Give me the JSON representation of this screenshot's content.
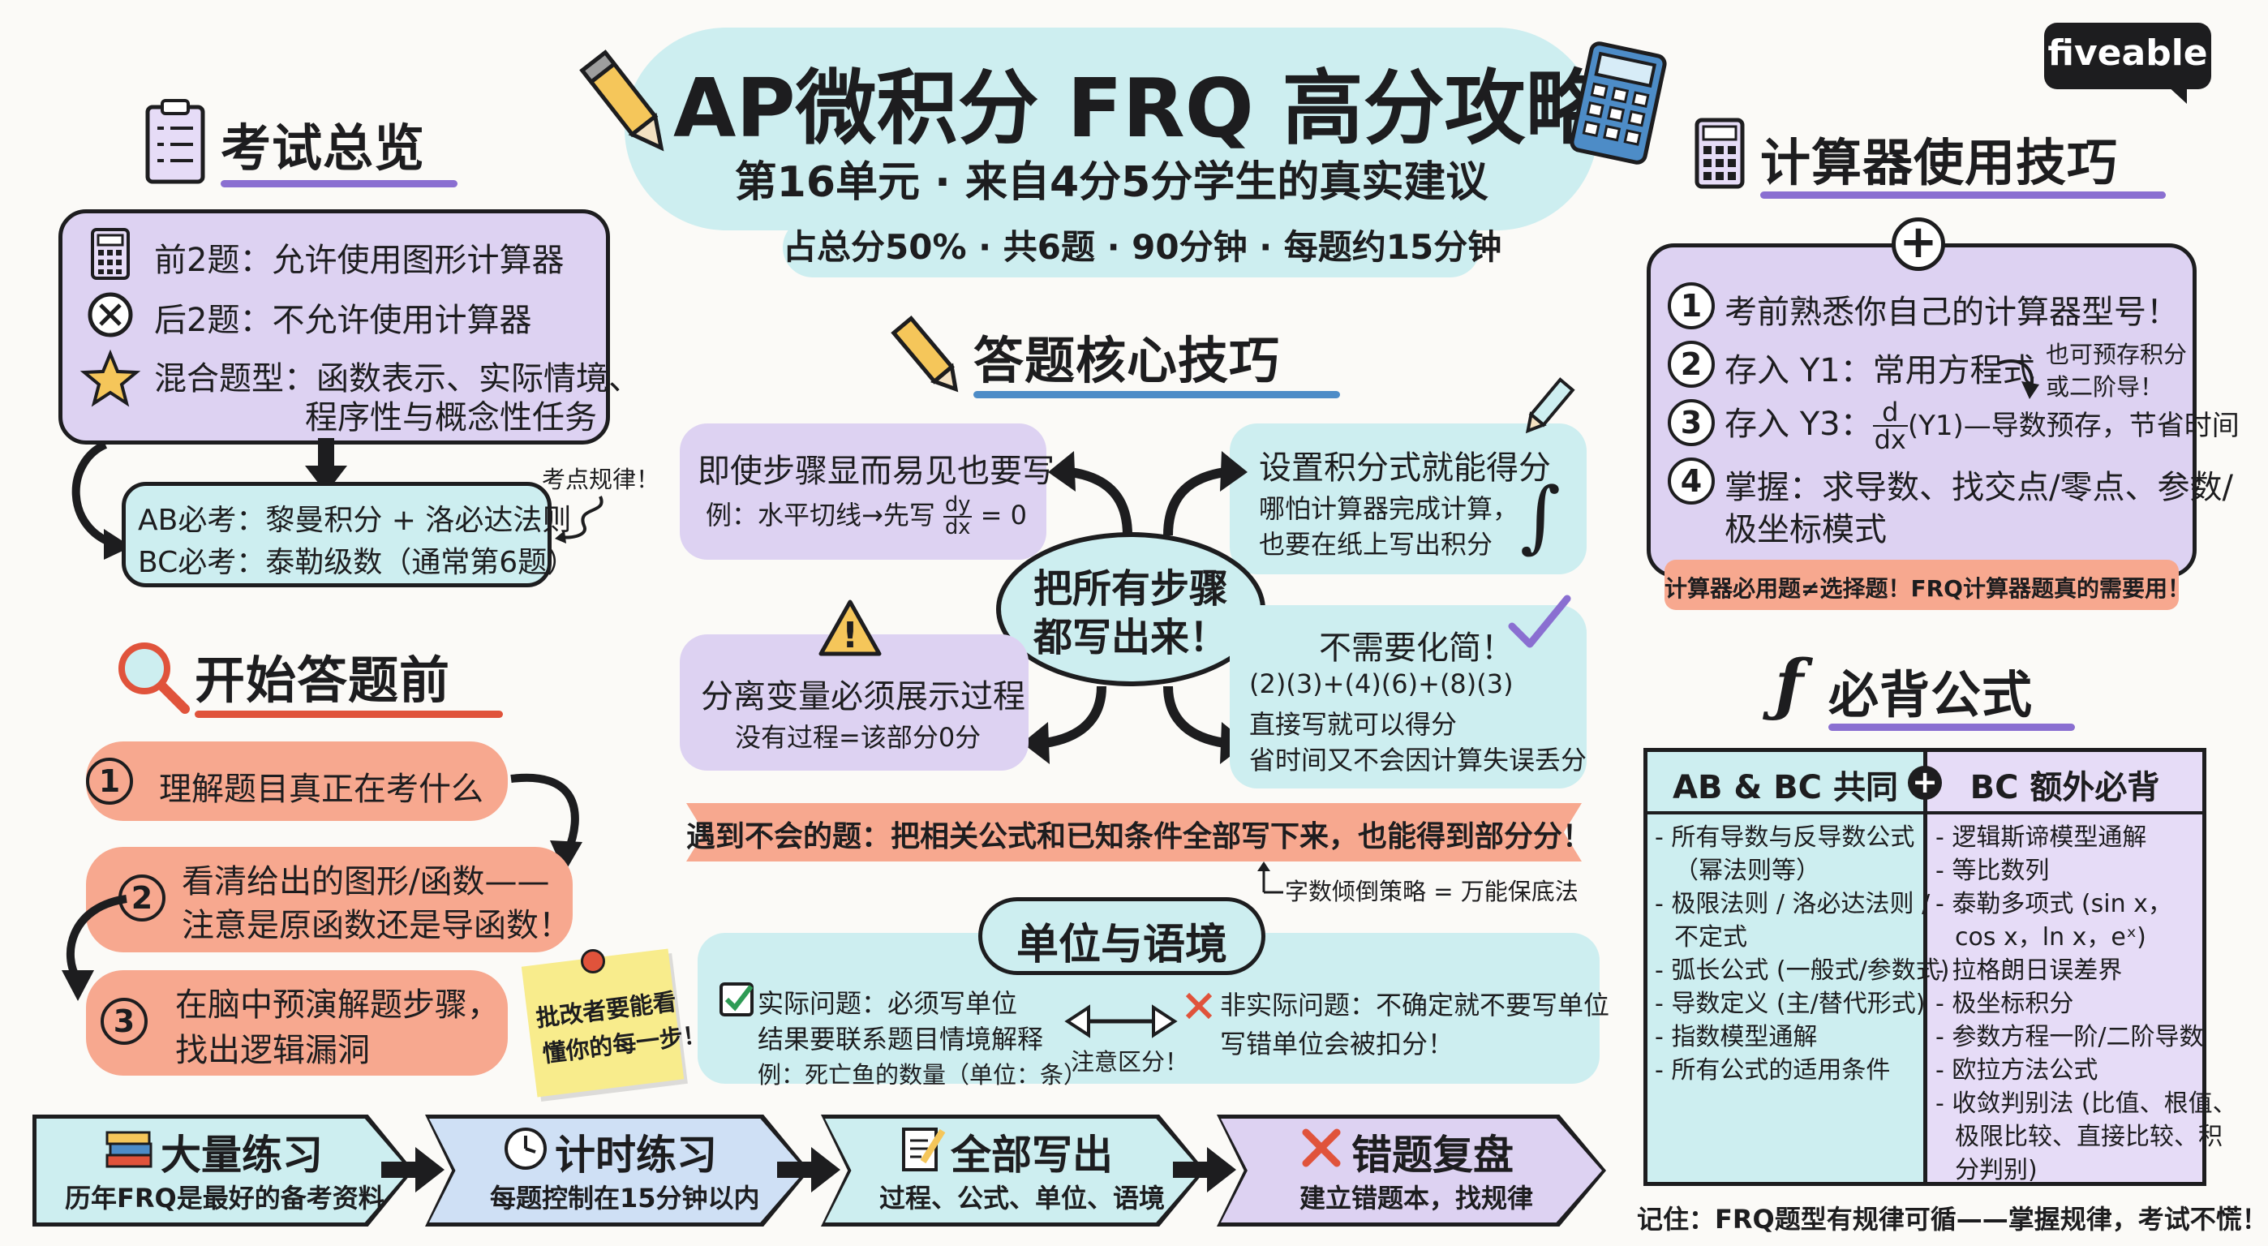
{
  "brand": {
    "name": "fiveable"
  },
  "header": {
    "title": "AP微积分 FRQ 高分攻略",
    "subtitle": "第16单元 · 来自4分5分学生的真实建议",
    "stats": "占总分50% · 共6题 · 90分钟 · 每题约15分钟"
  },
  "overview": {
    "title": "考试总览",
    "items": [
      {
        "icon": "calculator-icon",
        "text": "前2题：允许使用图形计算器"
      },
      {
        "icon": "no-calculator-icon",
        "text": "后2题：不允许使用计算器"
      },
      {
        "icon": "star-icon",
        "text": "混合题型：函数表示、实际情境、",
        "text2": "程序性与概念性任务"
      }
    ],
    "ab_required": "AB必考：黎曼积分 + 洛必达法则",
    "bc_required": "BC必考：泰勒级数（通常第6题）",
    "note": "考点规律！"
  },
  "before": {
    "title": "开始答题前",
    "steps": [
      {
        "num": "1",
        "line1": "理解题目真正在考什么",
        "line2": ""
      },
      {
        "num": "2",
        "line1": "看清给出的图形/函数——",
        "line2": "注意是原函数还是导函数！"
      },
      {
        "num": "3",
        "line1": "在脑中预演解题步骤，",
        "line2": "找出逻辑漏洞"
      }
    ],
    "sticky": {
      "line1": "批改者要能看",
      "line2": "懂你的每一步！"
    }
  },
  "core": {
    "title": "答题核心技巧",
    "center": {
      "line1": "把所有步骤",
      "line2": "都写出来！"
    },
    "tl": {
      "title": "即使步骤显而易见也要写",
      "example_pre": "例：水平切线→先写",
      "frac_top": "dy",
      "frac_bottom": "dx",
      "example_post": "= 0"
    },
    "tr": {
      "title": "设置积分式就能得分",
      "line1": "哪怕计算器完成计算，",
      "line2": "也要在纸上写出积分",
      "symbol": "∫"
    },
    "bl": {
      "title": "分离变量必须展示过程",
      "line1": "没有过程=该部分0分",
      "warning": "!"
    },
    "br": {
      "title": "不需要化简！",
      "line1": "(2)(3)+(4)(6)+(8)(3)",
      "line2": "直接写就可以得分",
      "line3": "省时间又不会因计算失误丢分"
    },
    "banner": "遇到不会的题：把相关公式和已知条件全部写下来，也能得到部分分！",
    "banner_note": "字数倾倒策略 = 万能保底法"
  },
  "units": {
    "title": "单位与语境",
    "real": {
      "title": "实际问题：必须写单位",
      "line1": "结果要联系题目情境解释",
      "line2": "例：死亡鱼的数量（单位：条）"
    },
    "note": "注意区分！",
    "nonreal": {
      "title": "非实际问题：不确定就不要写单位",
      "line1": "写错单位会被扣分！"
    }
  },
  "calculator": {
    "title": "计算器使用技巧",
    "tips": [
      {
        "num": "1",
        "text": "考前熟悉你自己的计算器型号！"
      },
      {
        "num": "2",
        "text": "存入 Y1：常用方程式",
        "aside1": "也可预存积分",
        "aside2": "或二阶导！"
      },
      {
        "num": "3",
        "text_pre": "存入 Y3：",
        "frac_top": "d",
        "frac_bottom": "dx",
        "text_post": "(Y1)—导数预存，节省时间"
      },
      {
        "num": "4",
        "text": "掌握：求导数、找交点/零点、参数/",
        "text2": "极坐标模式"
      }
    ],
    "banner": "计算器必用题≠选择题！FRQ计算器题真的需要用！"
  },
  "formulas": {
    "title": "必背公式",
    "title_symbol": "ƒ",
    "ab_header": "AB & BC 共同",
    "bc_header": "BC 额外必背",
    "ab_items": [
      "- 所有导数与反导数公式",
      "（幂法则等）",
      "- 极限法则 / 洛必达法则 /",
      "不定式",
      "- 弧长公式 (一般式/参数式)",
      "- 导数定义 (主/替代形式)",
      "- 指数模型通解",
      "- 所有公式的适用条件"
    ],
    "bc_items": [
      "- 逻辑斯谛模型通解",
      "- 等比数列",
      "- 泰勒多项式 (sin x，",
      "cos x，ln x，eˣ)",
      "- 拉格朗日误差界",
      "- 极坐标积分",
      "- 参数方程一阶/二阶导数",
      "- 欧拉方法公式",
      "- 收敛判别法 (比值、根值、",
      "极限比较、直接比较、积",
      "分判别)"
    ],
    "footer": "记住：FRQ题型有规律可循——掌握规律，考试不慌！"
  },
  "steps_bar": [
    {
      "title": "大量练习",
      "sub": "历年FRQ是最好的备考资料",
      "icon": "books-icon"
    },
    {
      "title": "计时练习",
      "sub": "每题控制在15分钟以内",
      "icon": "clock-icon"
    },
    {
      "title": "全部写出",
      "sub": "过程、公式、单位、语境",
      "icon": "pencil-paper-icon"
    },
    {
      "title": "错题复盘",
      "sub": "建立错题本，找规律",
      "icon": "x-mark-icon"
    }
  ],
  "colors": {
    "purple": "#ddd2f2",
    "cyan": "#cdeef0",
    "salmon": "#f7a88f",
    "accent_purple": "#8a6fd1",
    "accent_red": "#e0533b"
  }
}
